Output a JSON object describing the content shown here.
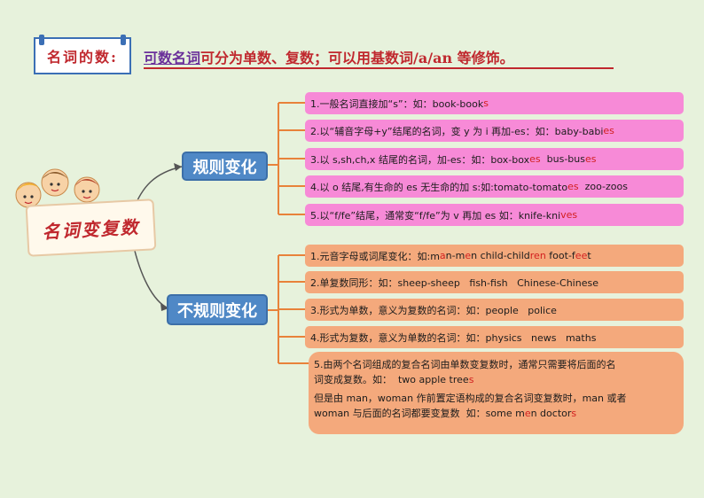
{
  "header": {
    "badge": "名词的数:",
    "lead": "可数名词",
    "rest": "可分为单数、复数；可以用基数词/a/an 等修饰。"
  },
  "root": {
    "label": "名词变复数"
  },
  "branches": [
    {
      "label": "规则变化"
    },
    {
      "label": "不规则变化"
    }
  ],
  "regular": [
    {
      "text": "1.一般名词直接加“s”：如：book-book",
      "tail": "s",
      "rest": ""
    },
    {
      "text": "2.以“辅音字母+y”结尾的名词，变 y 为 i 再加-es：如：baby-babi",
      "tail": "es",
      "rest": ""
    },
    {
      "text": "3.以 s,sh,ch,x 结尾的名词，加-es：如：box-box",
      "tail": "es",
      "rest": "  bus-bus",
      "tail2": "es"
    },
    {
      "text": "4.以 o 结尾,有生命的 es 无生命的加 s:如:tomato-tomato",
      "tail": "es",
      "rest": "  zoo-zoos",
      "tail2": ""
    },
    {
      "text": "5.以“f/fe”结尾，通常变“f/fe”为 v 再加 es 如：knife-kni",
      "tail": "ves",
      "rest": ""
    }
  ],
  "irregular": [
    {
      "a": "1.元音字母或词尾变化：如:m",
      "b": "a",
      "c": "n-m",
      "d": "e",
      "e": "n child-child",
      "f": "ren",
      "g": " foot-f",
      "h": "ee",
      "i": "t"
    },
    {
      "text": "2.单复数同形：如：sheep-sheep   fish-fish   Chinese-Chinese"
    },
    {
      "text": "3.形式为单数，意义为复数的名词：如：people   police"
    },
    {
      "text": "4.形式为复数，意义为单数的名词：如：physics   news   maths"
    }
  ],
  "compound": {
    "line1": "5.由两个名词组成的复合名词由单数变复数时，通常只需要将后面的名",
    "line2a": "词变成复数。如：  two apple tree",
    "line2b": "s",
    "line3": "但是由 man，woman 作前置定语构成的复合名词变复数时，man 或者",
    "line4a": "woman 与后面的名词都要变复数  如：some m",
    "line4b": "e",
    "line4c": "n doctor",
    "line4d": "s"
  },
  "colors": {
    "background": "#e7f2dc",
    "branch": "#4f88c6",
    "regular_box": "#f78ad7",
    "irregular_box": "#f4a97c",
    "connector": "#e8823a",
    "accent_red": "#d21f1f"
  }
}
